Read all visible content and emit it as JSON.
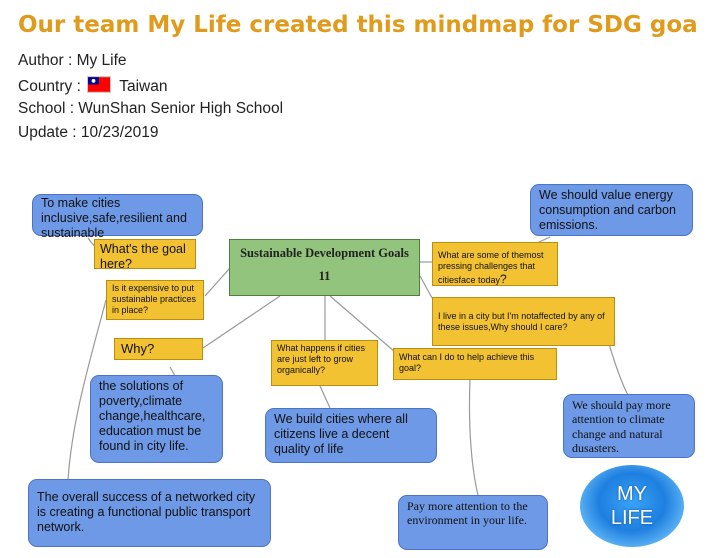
{
  "header": {
    "title": "Our team My Life created this mindmap for SDG goa",
    "author": "Author : My Life",
    "country_label": "Country :",
    "country_value": "Taiwan",
    "school": "School : WunShan Senior High School",
    "update": "Update : 10/23/2019"
  },
  "mindmap": {
    "center": {
      "line1": "Sustainable Development Goals",
      "line2": "11"
    },
    "nodes": {
      "make_cities": "To make cities inclusive,safe,resilient and sustainable",
      "whats_goal": "What's the goal here?",
      "expensive": "Is it expensive to put sustainable practices in place?",
      "why": "Why?",
      "solutions": "the solutions of poverty,climate change,healthcare, education must be found in city life.",
      "overall_success": "The overall success of a networked city is creating a functional public transport network.",
      "what_happens": "What happens if cities are just left to grow organically?",
      "build_cities": "We build cities where all citizens live a decent quality of life",
      "pressing": "What are some of themost pressing challenges that citiesface today",
      "value_energy": "We should value energy consumption and carbon emissions.",
      "live_in_city": "I live in a city but I'm notaffected by any of these issues,Why should I care?",
      "what_can_i_do": "What can I do to help achieve this goal?",
      "pay_attention_climate": "We should pay more attention to climate change and natural dusasters.",
      "pay_attention_env": "Pay more attention to the environment in your life."
    },
    "logo": {
      "line1": "MY",
      "line2": "LIFE"
    }
  },
  "colors": {
    "title": "#e09a1c",
    "blue_node": "#6e99e6",
    "yellow_node": "#f2c233",
    "green_center": "#93c47d",
    "connector": "#999999"
  }
}
